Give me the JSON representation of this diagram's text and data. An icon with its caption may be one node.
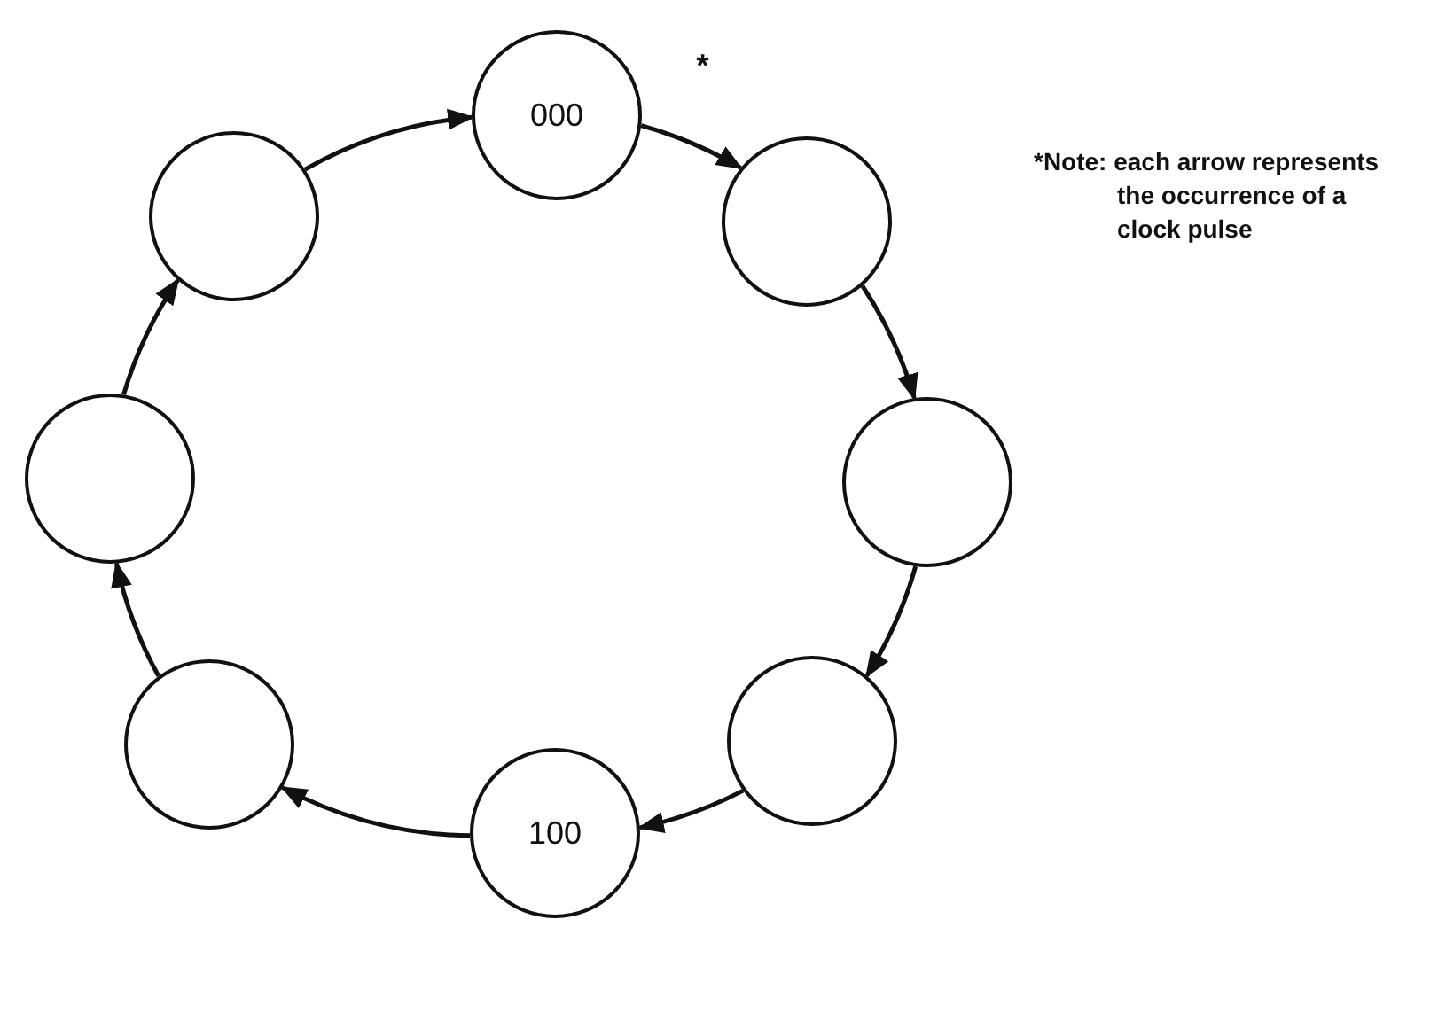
{
  "diagram": {
    "nodes": [
      {
        "text": [
          "000"
        ]
      },
      {
        "text": [],
        "shape": "circle"
      },
      {
        "text": [],
        "shape": "circle"
      },
      {
        "text": [],
        "shape": "circle"
      },
      {
        "text": [
          "100"
        ]
      },
      {
        "text": [],
        "shape": "circle"
      },
      {
        "text": [],
        "shape": "circle"
      },
      {
        "text": [],
        "shape": "circle"
      }
    ],
    "edges": [
      {
        "from": 0,
        "to": 1,
        "arrow": "to",
        "label": "*"
      },
      {
        "from": 1,
        "to": 2,
        "arrow": "to"
      },
      {
        "from": 2,
        "to": 3,
        "arrow": "to"
      },
      {
        "from": 3,
        "to": 4,
        "arrow": "to"
      },
      {
        "from": 4,
        "to": 5,
        "arrow": "to"
      },
      {
        "from": 5,
        "to": 6,
        "arrow": "to"
      },
      {
        "from": 6,
        "to": 7,
        "arrow": "to"
      },
      {
        "from": 7,
        "to": 0,
        "arrow": "to"
      }
    ],
    "labels": [
      "*Note: each arrow represents the occurrence of a clock pulse"
    ]
  }
}
